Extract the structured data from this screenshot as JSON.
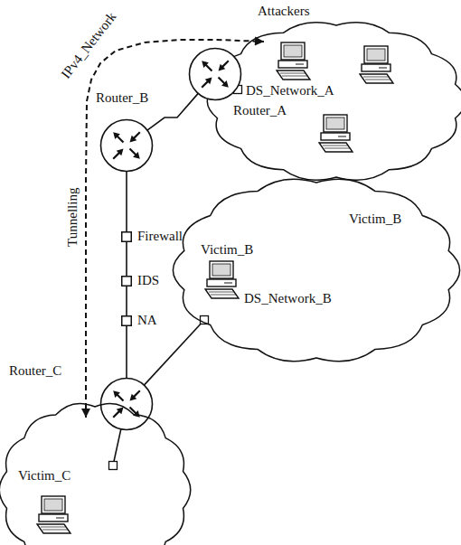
{
  "diagram": {
    "nodes": [
      {
        "text": [
          "Attackers"
        ]
      },
      {
        "text": [
          "Router_A"
        ]
      },
      {
        "text": [
          "Router_B"
        ]
      },
      {
        "text": [
          "Firewall"
        ]
      },
      {
        "text": [
          "IDS"
        ]
      },
      {
        "text": [
          "NA"
        ]
      },
      {
        "text": [
          "Router_C"
        ]
      },
      {
        "text": [
          "Victim_B"
        ]
      },
      {
        "text": [
          "Victim_C"
        ]
      }
    ],
    "edges": [
      {
        "from": 2,
        "to": 1,
        "arrow": "none"
      },
      {
        "from": 2,
        "to": 3,
        "arrow": "none"
      },
      {
        "from": 3,
        "to": 4,
        "arrow": "none"
      },
      {
        "from": 4,
        "to": 5,
        "arrow": "none"
      },
      {
        "from": 5,
        "to": 6,
        "arrow": "none"
      },
      {
        "from": 6,
        "to": 7,
        "arrow": "none"
      },
      {
        "from": 6,
        "to": 8,
        "arrow": "none"
      },
      {
        "from": 8,
        "to": 0,
        "arrow": "both",
        "label": "Tunnelling"
      }
    ],
    "labels": [
      "IPv4_Network",
      "DS_Network_A",
      "Victim_B",
      "DS_Network_B"
    ]
  }
}
